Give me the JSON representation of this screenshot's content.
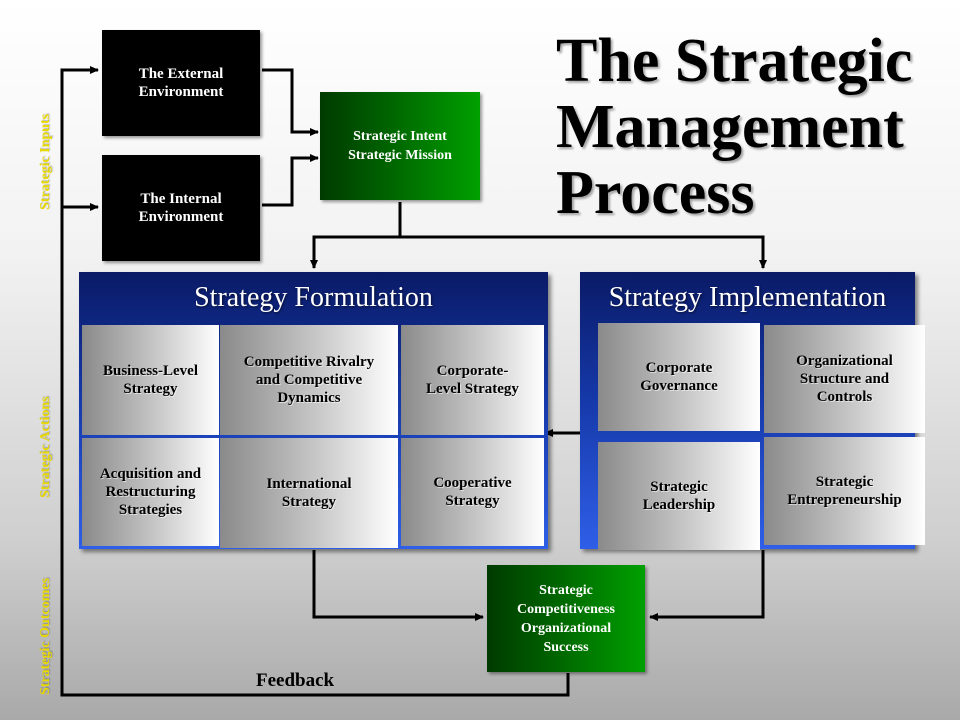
{
  "title": {
    "line1": "The Strategic",
    "line2": "Management",
    "line3": "Process"
  },
  "inputs": {
    "external": "The External\nEnvironment",
    "internal": "The Internal\nEnvironment",
    "intent": "Strategic Intent\nStrategic Mission"
  },
  "formulation": {
    "title": "Strategy Formulation",
    "cells": [
      "Business-Level\nStrategy",
      "Competitive Rivalry\nand Competitive\nDynamics",
      "Corporate-\nLevel Strategy",
      "Acquisition and\nRestructuring\nStrategies",
      "International\nStrategy",
      "Cooperative\nStrategy"
    ]
  },
  "implementation": {
    "title": "Strategy Implementation",
    "cells": [
      "Corporate\nGovernance",
      "Organizational\nStructure and\nControls",
      "Strategic\nLeadership",
      "Strategic\nEntrepreneurship"
    ]
  },
  "outcome": "Strategic\nCompetitiveness\nOrganizational\nSuccess",
  "feedback": "Feedback",
  "side_labels": {
    "inputs": "Strategic Inputs",
    "actions": "Strategic Actions",
    "outcomes": "Strategic Outcomes"
  },
  "colors": {
    "side_label": "#e8d800",
    "panel": "#1538a8",
    "green": "#006600"
  }
}
